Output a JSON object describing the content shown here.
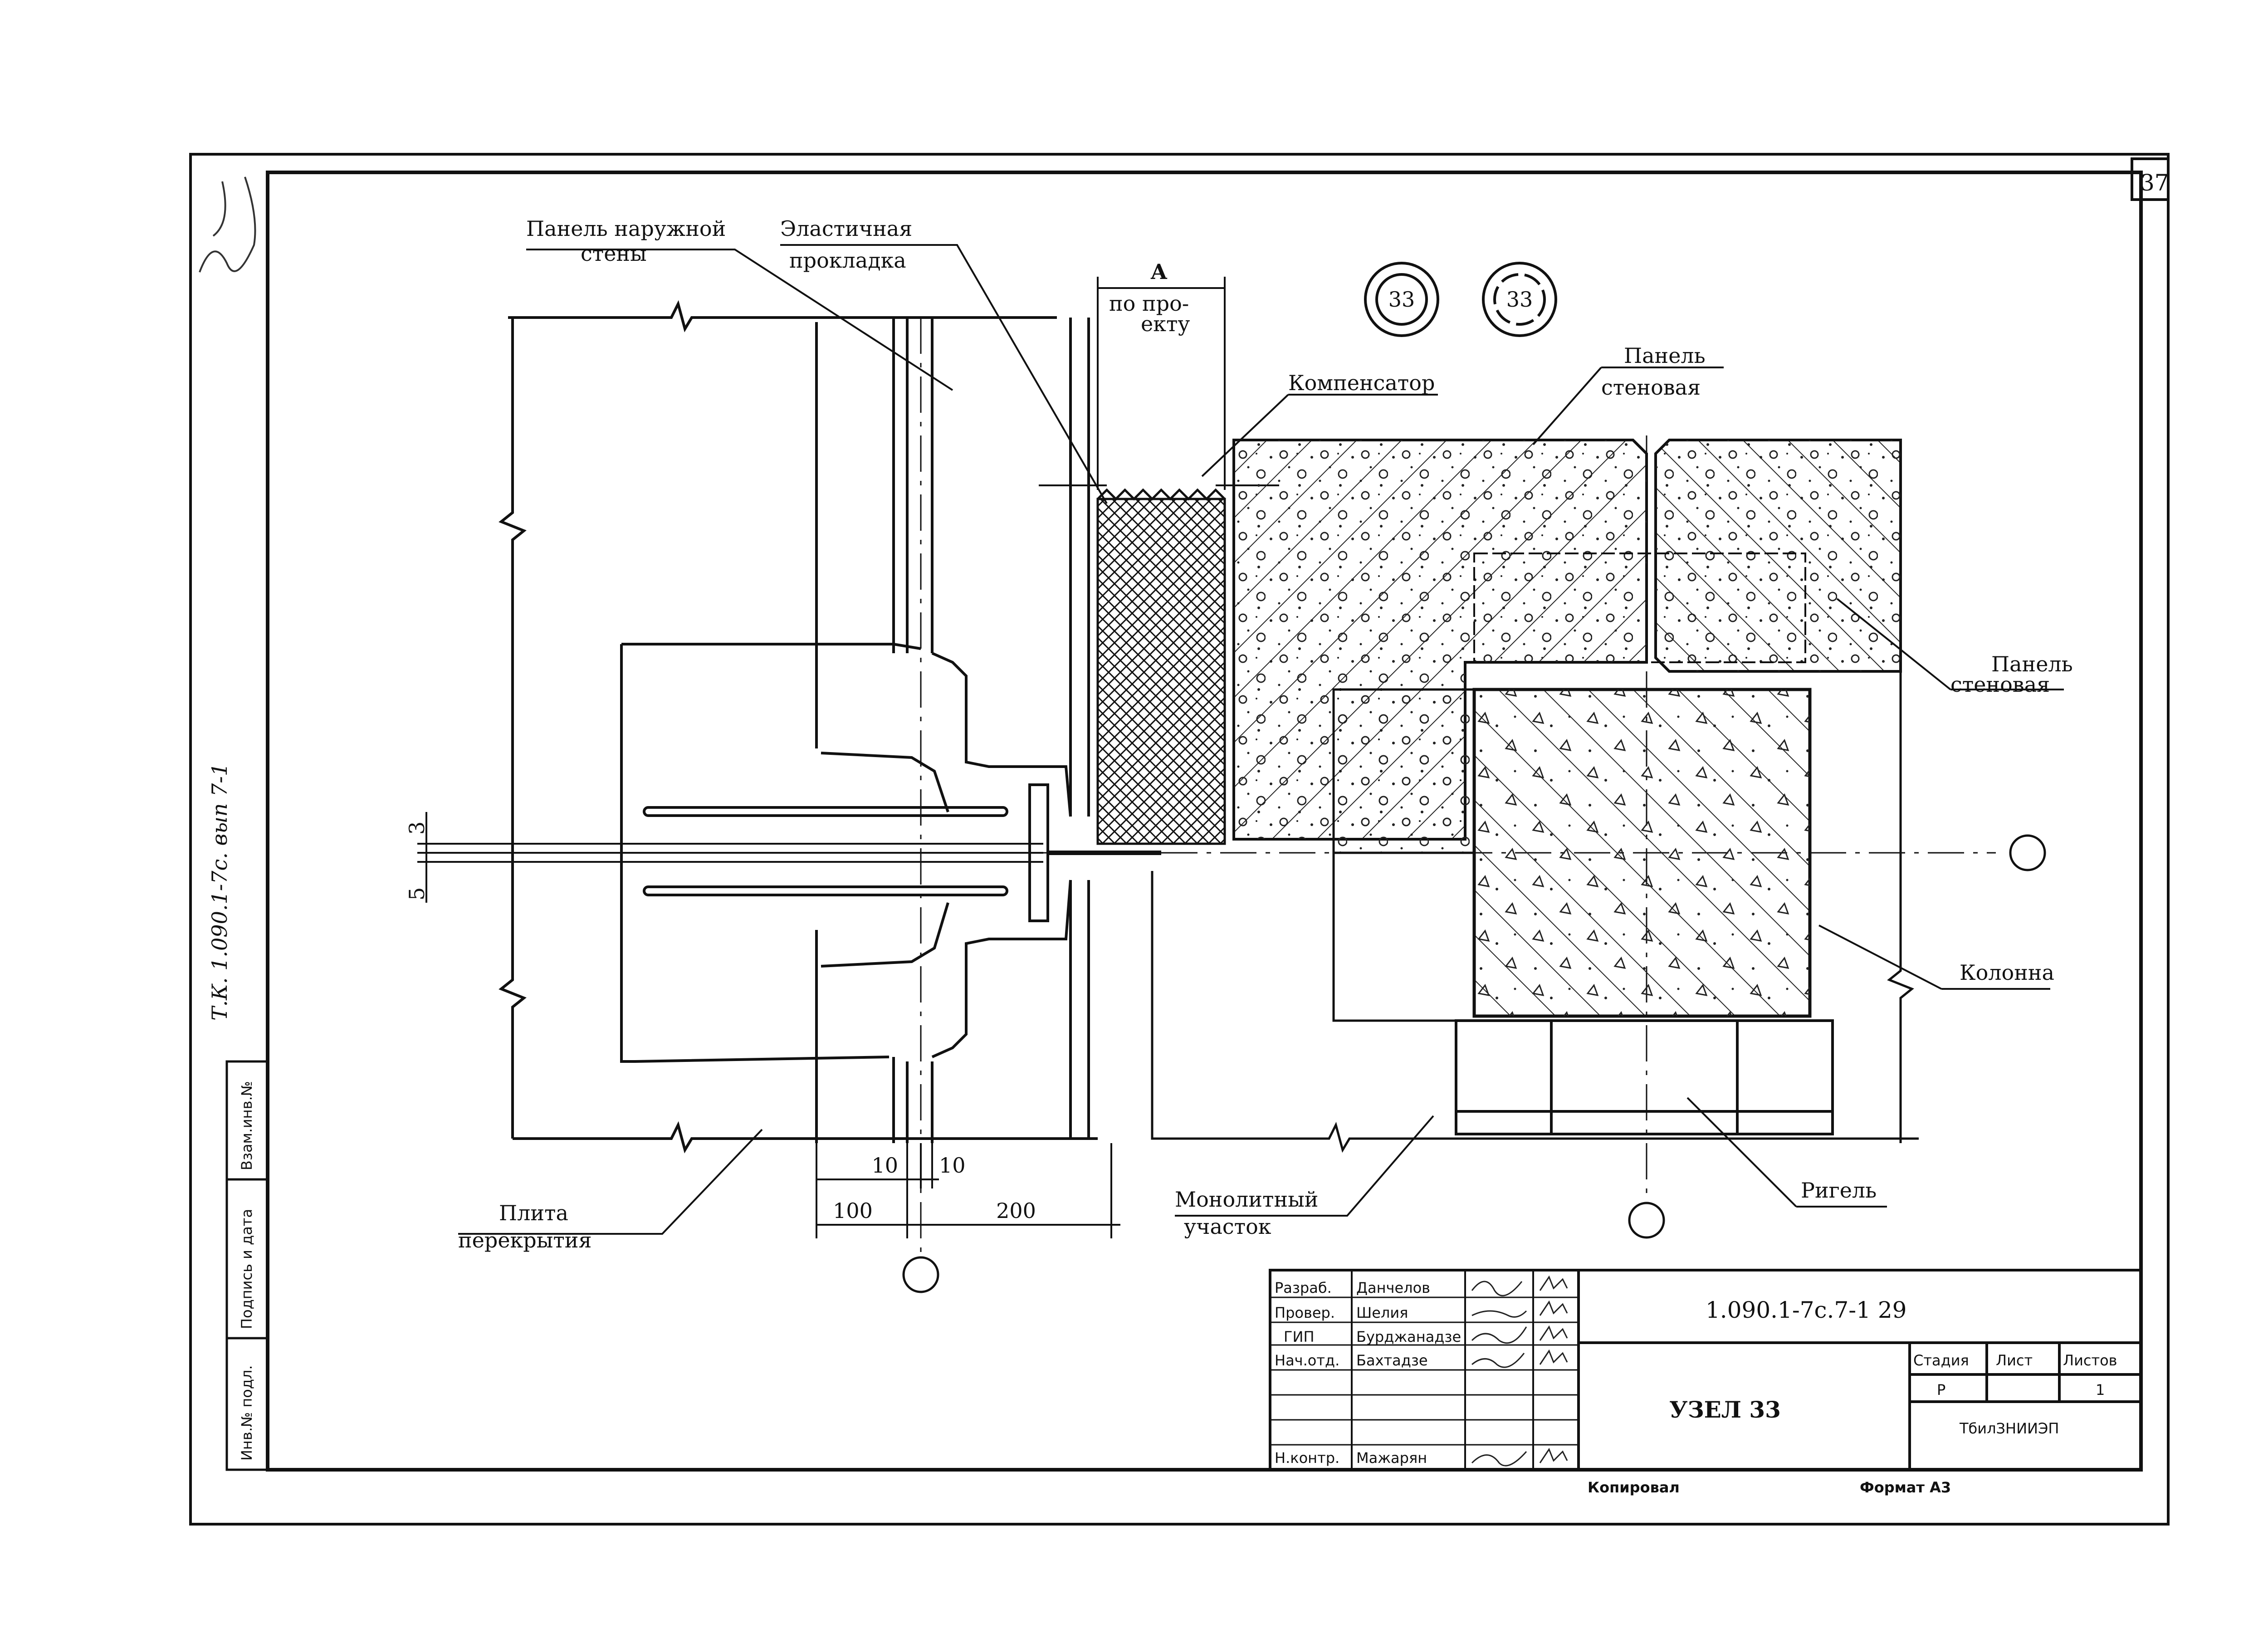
{
  "sheet_number": "37",
  "margin_note": "Т.К. 1.090.1-7с. вып 7-1",
  "callouts": {
    "node_main": "33",
    "node_mirror": "33"
  },
  "labels": {
    "outer_panel": [
      "Панель наружной",
      "стены"
    ],
    "elastic_pad": [
      "Эластичная",
      "прокладка"
    ],
    "dim_a": "А",
    "per_project": [
      "по про-",
      "екту"
    ],
    "compensator": "Компенсатор",
    "wall_panel_top": [
      "Панель",
      "стеновая"
    ],
    "wall_panel_right": [
      "Панель",
      "стеновая"
    ],
    "column": "Колонна",
    "floor_slab": [
      "Плита",
      "перекрытия"
    ],
    "monolithic": [
      "Монолитный",
      "участок"
    ],
    "girder": "Ригель"
  },
  "dimensions": {
    "gap_top": "3",
    "gap_bottom": "5",
    "left_10": "10",
    "right_10": "10",
    "left_100": "100",
    "right_200": "200"
  },
  "side_stamp": [
    "Инв.№ подл.",
    "Подпись и дата",
    "Взам.инв.№"
  ],
  "title_block": {
    "rows": [
      {
        "role": "Разраб.",
        "name": "Данчелов"
      },
      {
        "role": "Провер.",
        "name": "Шелия"
      },
      {
        "role": "ГИП",
        "name": "Бурджанадзе"
      },
      {
        "role": "Нач.отд.",
        "name": "Бахтадзе"
      },
      {
        "role": "",
        "name": ""
      },
      {
        "role": "",
        "name": ""
      },
      {
        "role": "Н.контр.",
        "name": "Мажарян"
      }
    ],
    "doc_code": "1.090.1-7с.7-1 29",
    "title": "УЗЕЛ 33",
    "stage_header": "Стадия",
    "sheet_header": "Лист",
    "sheets_header": "Листов",
    "stage": "Р",
    "sheet": "",
    "sheets": "1",
    "org": "ТбилЗНИИЭП"
  },
  "footer": {
    "copied": "Копировал",
    "format": "Формат А3"
  }
}
